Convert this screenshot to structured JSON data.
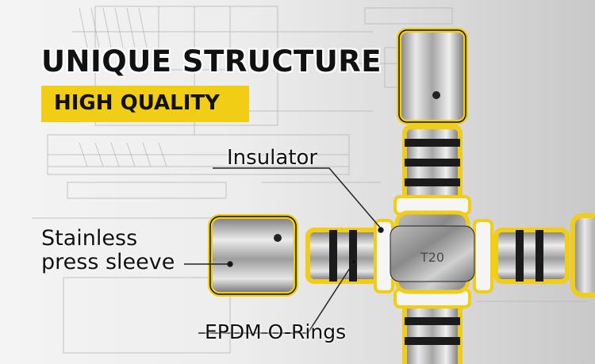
{
  "headline": "UNIQUE STRUCTURE",
  "badge": "HIGH QUALITY",
  "labels": {
    "insulator": "Insulator",
    "sleeve_line1": "Stainless",
    "sleeve_line2": "press sleeve",
    "orings": "EPDM O-Rings"
  },
  "fitting_marking": "T20",
  "colors": {
    "accent_yellow": "#f2cd16",
    "outline": "#111111",
    "insulator_white": "#f5f5f5"
  }
}
